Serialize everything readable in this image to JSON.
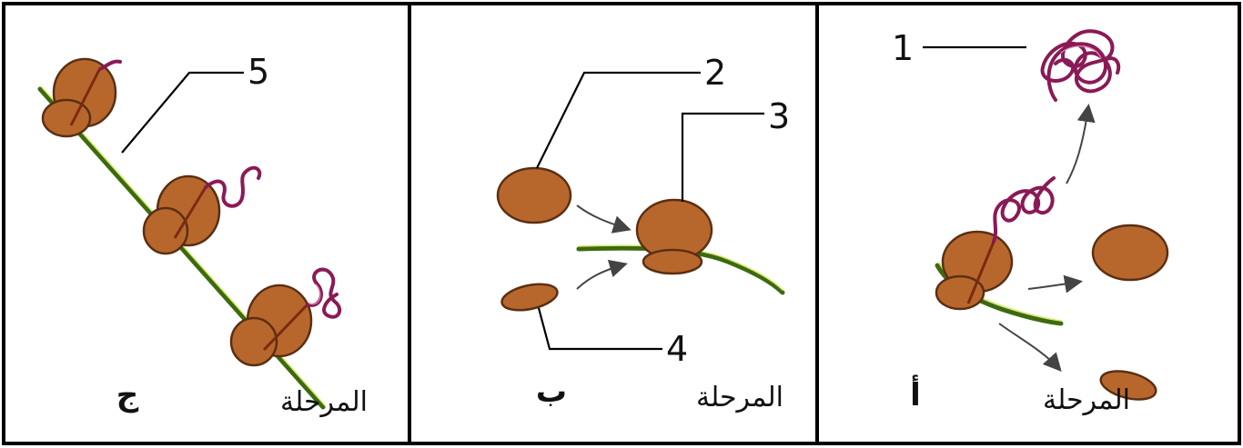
{
  "panels": {
    "stage_a": {
      "title_word": "المرحلة",
      "title_letter": "أ",
      "callout": "1"
    },
    "stage_b": {
      "title_word": "المرحلة",
      "title_letter": "ب",
      "callouts": [
        "2",
        "3",
        "4"
      ]
    },
    "stage_c": {
      "title_word": "المرحلة",
      "title_letter": "ج",
      "callout": "5"
    }
  },
  "colors": {
    "ribosome": "#b8672c",
    "mrna": "#3d6a10",
    "polypeptide": "#8a1a55",
    "frame": "#000000"
  }
}
